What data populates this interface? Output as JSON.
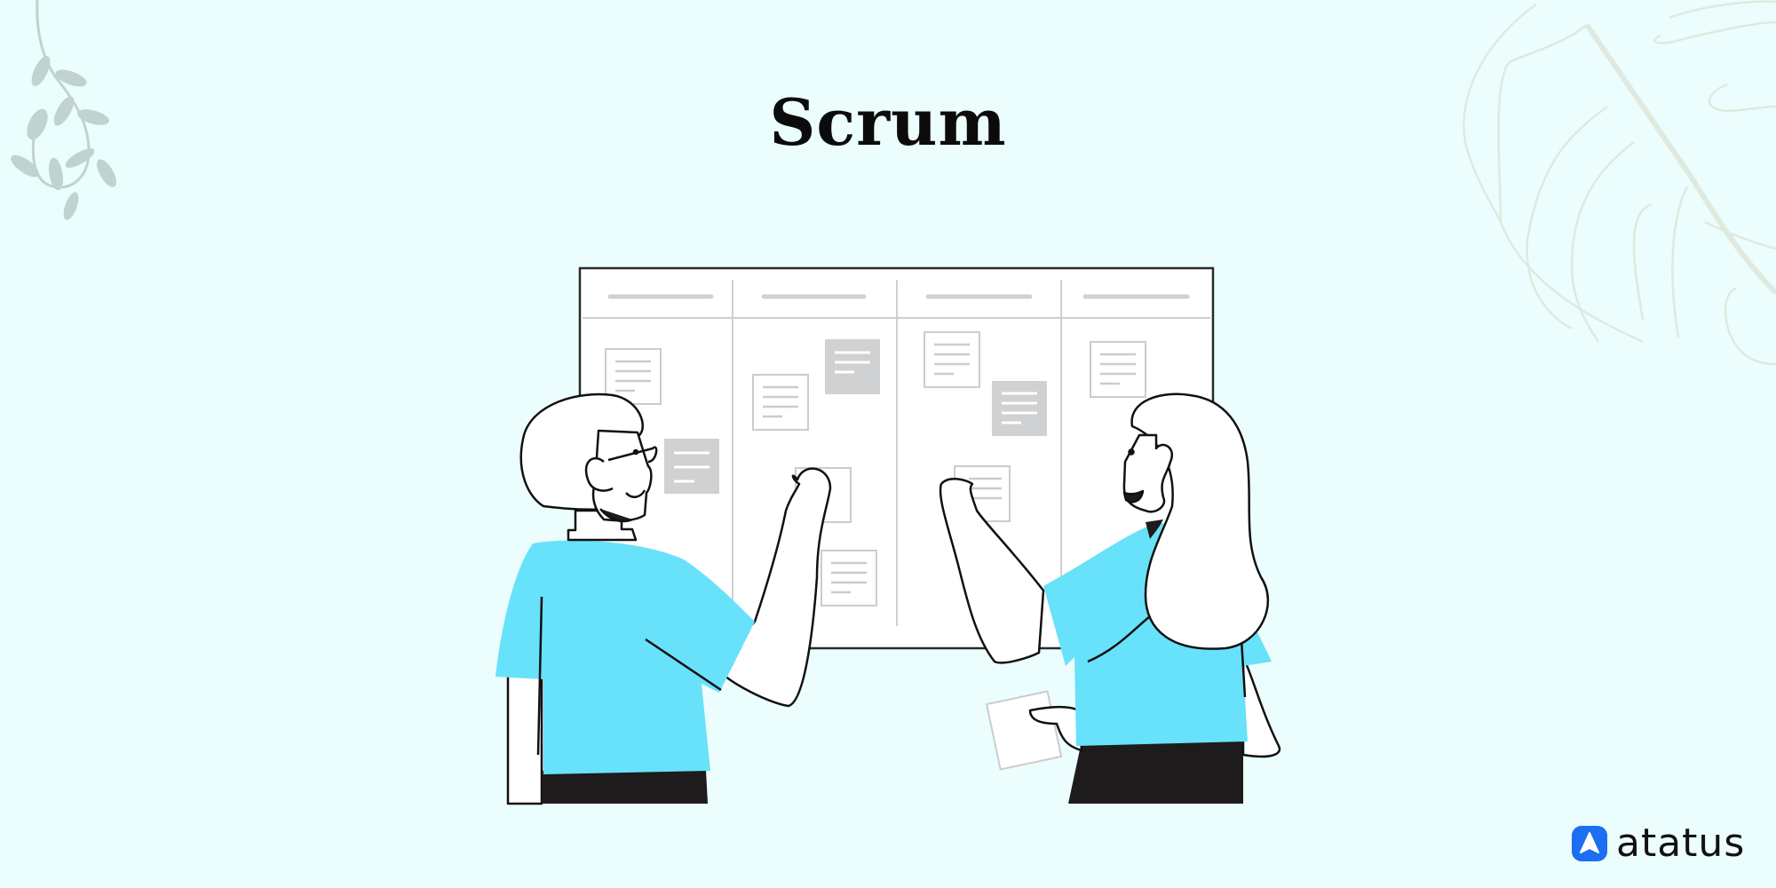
{
  "page": {
    "title": "Scrum",
    "background_color": "#ecfdfd"
  },
  "illustration": {
    "subject": "two people collaborating at a scrum board",
    "board_columns": 4,
    "colors": {
      "shirt": "#68e1fa",
      "outline": "#111111",
      "card_gray": "#cfd1d3",
      "card_border": "#cccccc",
      "pants": "#1d1b1c"
    },
    "decorations": [
      "vine-leaves-top-left",
      "monstera-leaf-top-right"
    ]
  },
  "brand": {
    "name": "atatus",
    "accent_color": "#1b6ff0"
  }
}
